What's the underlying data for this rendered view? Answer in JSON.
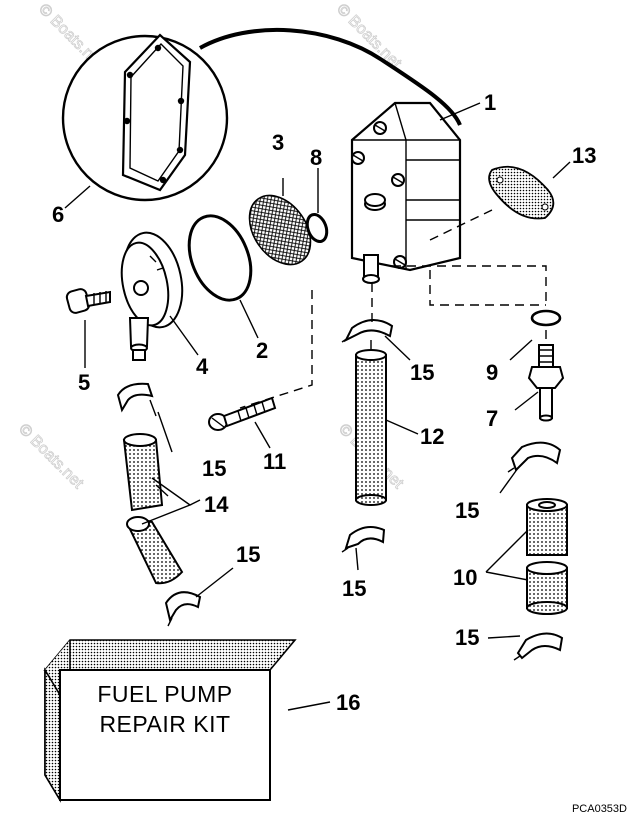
{
  "watermark": "© Boats.net",
  "diagram_code": "PCA0353D",
  "repair_kit": {
    "line1": "FUEL PUMP",
    "line2": "REPAIR KIT"
  },
  "callouts": {
    "c1": "1",
    "c2": "2",
    "c3": "3",
    "c4": "4",
    "c5": "5",
    "c6": "6",
    "c7": "7",
    "c8": "8",
    "c9": "9",
    "c10": "10",
    "c11": "11",
    "c12": "12",
    "c13": "13",
    "c14": "14",
    "c15a": "15",
    "c15b": "15",
    "c15c": "15",
    "c15d": "15",
    "c15e": "15",
    "c15f": "15",
    "c16": "16"
  }
}
